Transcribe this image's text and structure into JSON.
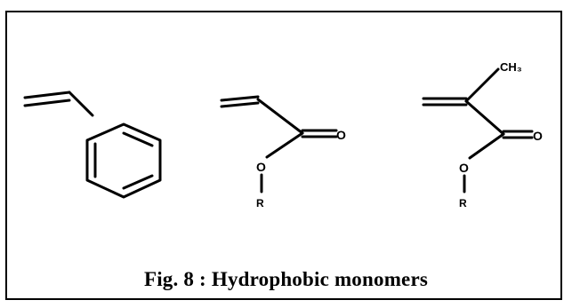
{
  "figure": {
    "caption": "Fig. 8 : Hydrophobic monomers",
    "structures": [
      {
        "name": "styrene",
        "atoms": []
      },
      {
        "name": "acrylate",
        "atoms": {
          "carbonyl_oxygen": "O",
          "ester_oxygen": "O",
          "substituent": "R"
        }
      },
      {
        "name": "methacrylate",
        "atoms": {
          "methyl": "CH₃",
          "carbonyl_oxygen": "O",
          "ester_oxygen": "O",
          "substituent": "R"
        }
      }
    ]
  }
}
